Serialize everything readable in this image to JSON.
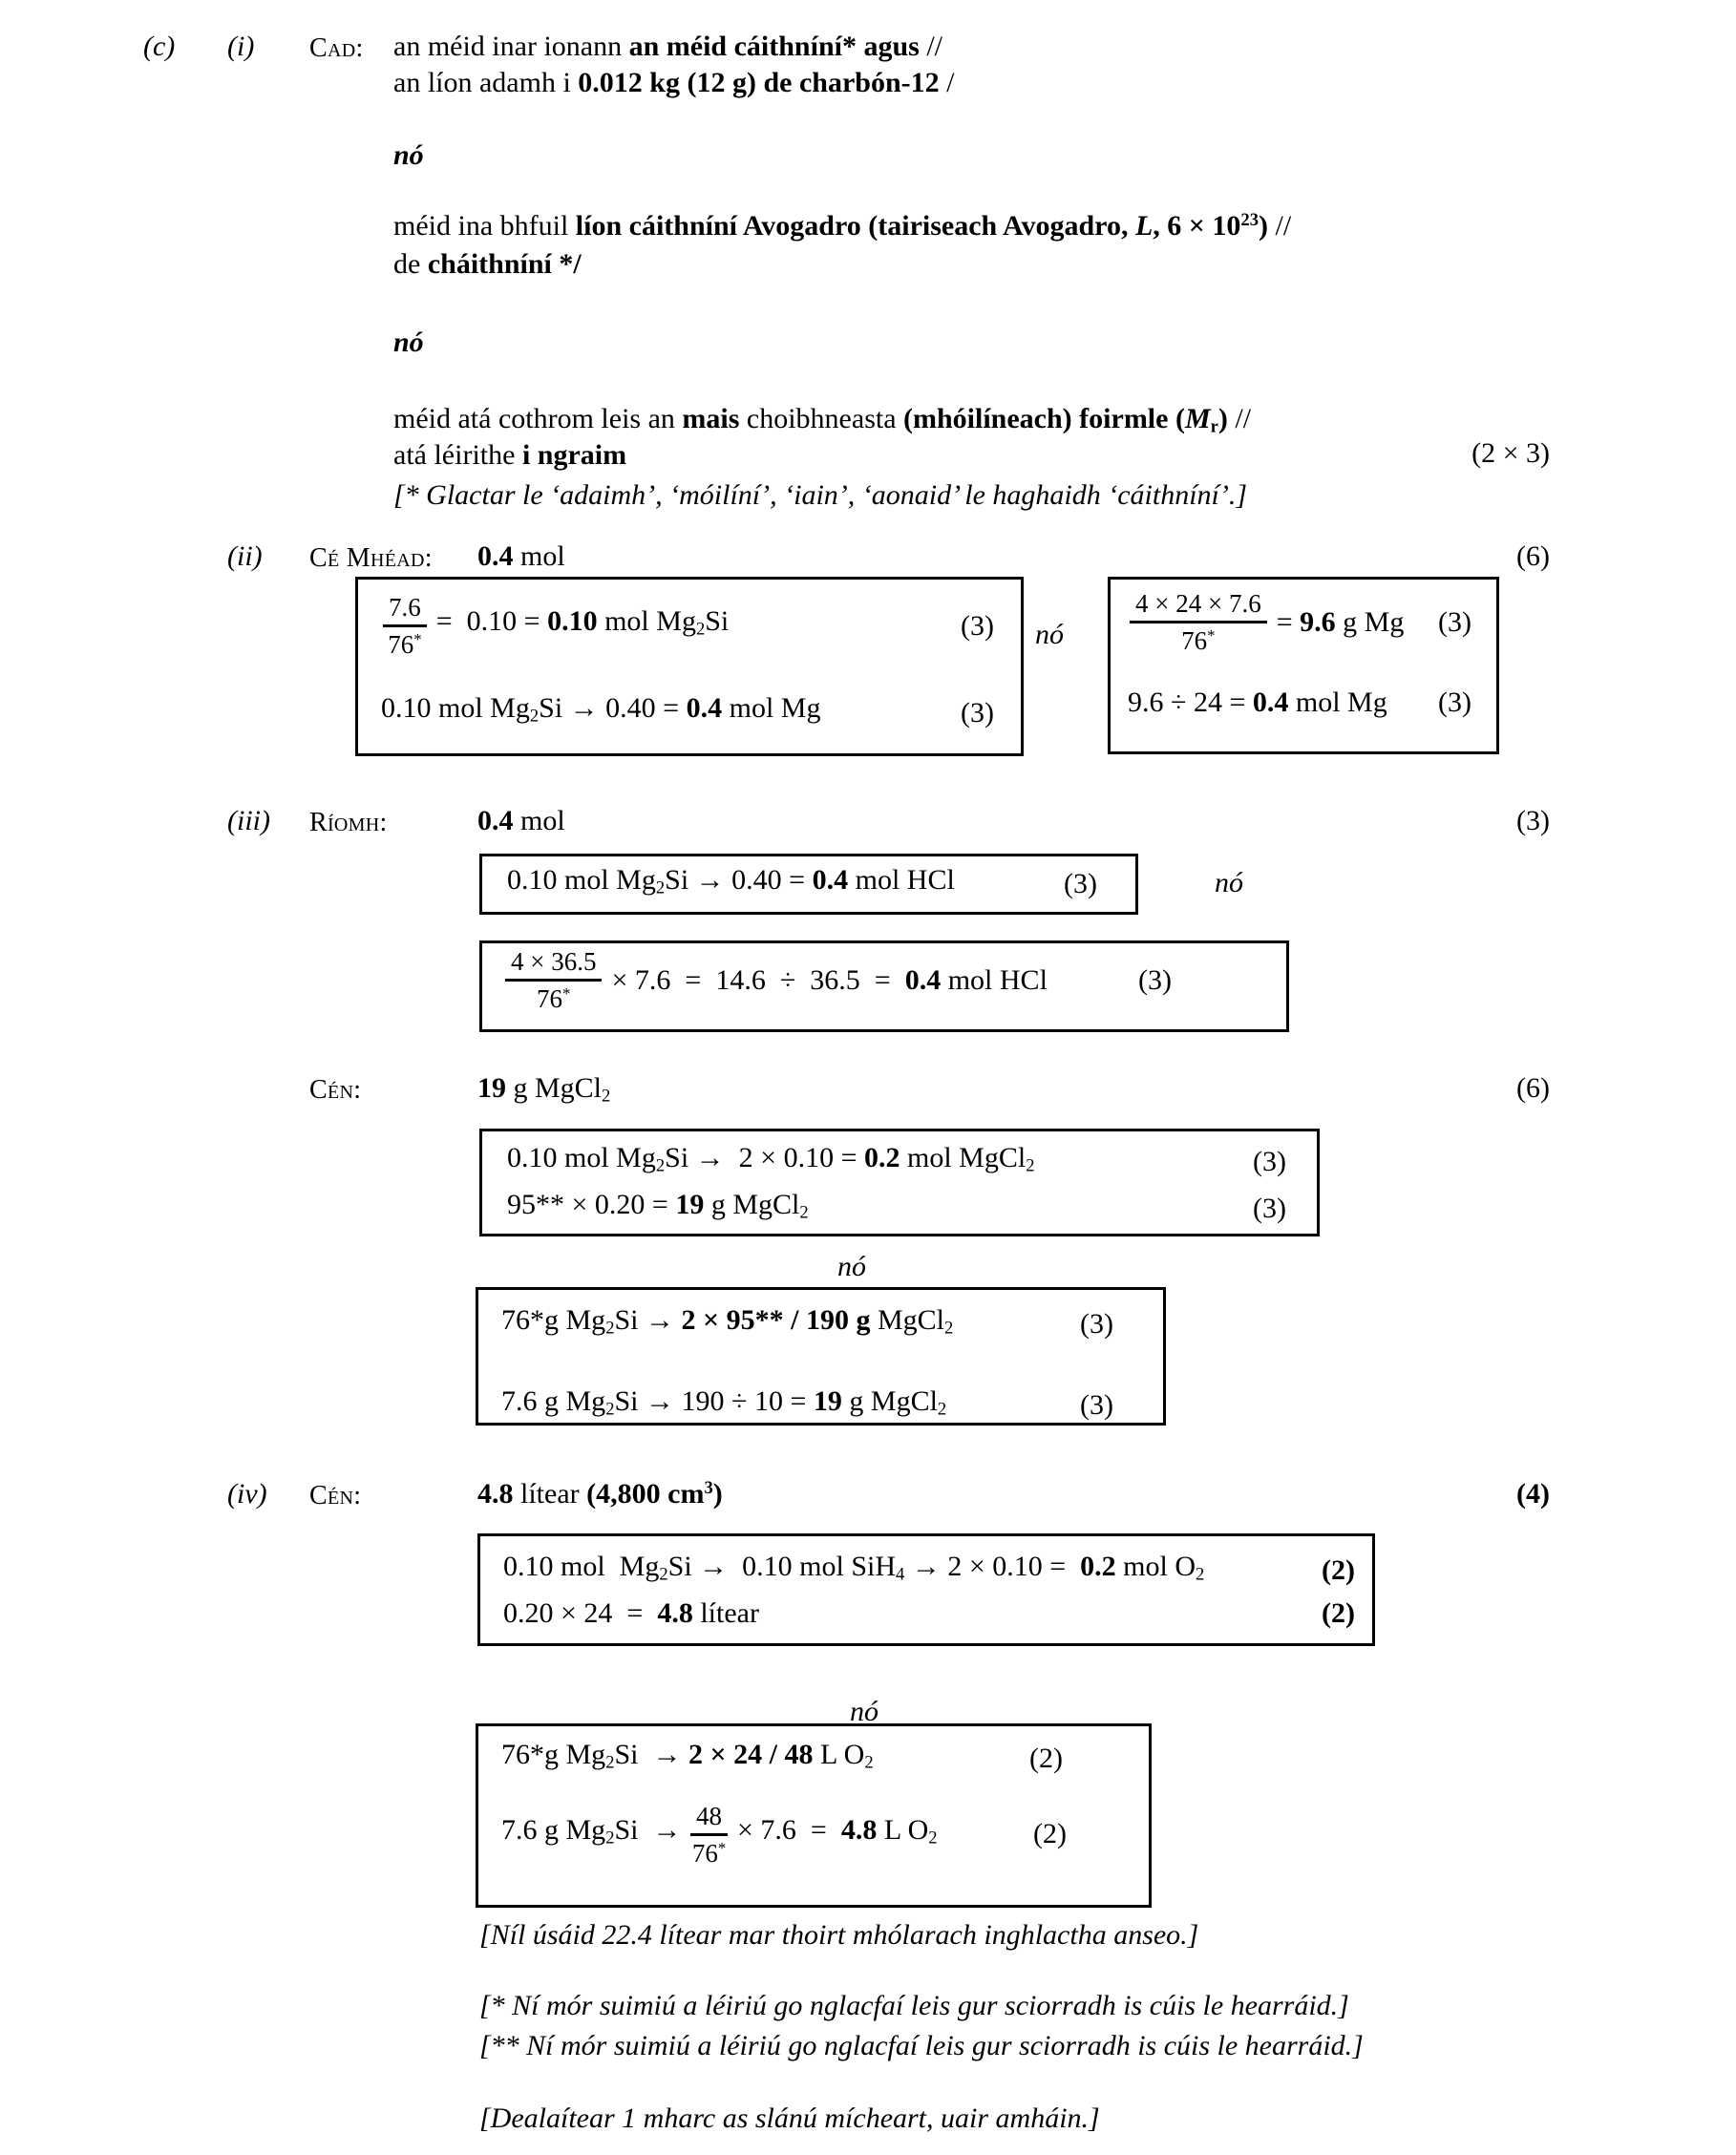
{
  "s1": {
    "part": "(c)",
    "item": "(i)",
    "prompt": "Cad:",
    "l1": [
      {
        "t": "an méid inar ionann "
      },
      {
        "t": "an méid cáithníní* agus",
        "s": "b"
      },
      {
        "t": " //"
      }
    ],
    "l2": [
      {
        "t": "an líon adamh i "
      },
      {
        "t": "0.012 kg (12 g) de charbón-12",
        "s": "b"
      },
      {
        "t": " /"
      }
    ],
    "or1": "nó",
    "l3": [
      {
        "t": "méid ina bhfuil "
      },
      {
        "t": "líon cáithníní Avogadro (tairiseach Avogadro, ",
        "s": "b"
      },
      {
        "t": "L",
        "s": "bi"
      },
      {
        "t": ", 6 × 10",
        "s": "b"
      },
      {
        "t": "23",
        "s": "bsup"
      },
      {
        "t": ")",
        "s": "b"
      },
      {
        "t": " //"
      }
    ],
    "l4": [
      {
        "t": "de "
      },
      {
        "t": "cháithníní */",
        "s": "b"
      }
    ],
    "or2": "nó",
    "l5": [
      {
        "t": "méid atá cothrom leis an "
      },
      {
        "t": "mais",
        "s": "b"
      },
      {
        "t": " choibhneasta "
      },
      {
        "t": "(mhóilíneach) foirmle (",
        "s": "b"
      },
      {
        "t": "M",
        "s": "bi"
      },
      {
        "t": "r",
        "s": "bsub"
      },
      {
        "t": ")",
        "s": "b"
      },
      {
        "t": " //"
      }
    ],
    "l6": [
      {
        "t": "atá léirithe "
      },
      {
        "t": "i ngraim",
        "s": "b"
      }
    ],
    "mark": "(2 × 3)",
    "l7": [
      {
        "t": "[* Glactar le ‘adaimh’, ‘móilíní’, ‘iain’, ‘aonaid’ le haghaidh ‘cáithníní’.]",
        "s": "i"
      }
    ]
  },
  "s2": {
    "item": "(ii)",
    "prompt": "Cé Mhéad:",
    "answer": [
      {
        "t": "0.4",
        "s": "b"
      },
      {
        "t": " mol"
      }
    ],
    "mark": "(6)",
    "or": "nó",
    "boxA": {
      "l1": {
        "frac": {
          "num": "7.6",
          "den": [
            {
              "t": "76"
            },
            {
              "t": "*",
              "s": "sup"
            }
          ]
        },
        "runs": [
          {
            "t": "=  0.10 = "
          },
          {
            "t": "0.10",
            "s": "b"
          },
          {
            "t": " mol Mg"
          },
          {
            "t": "2",
            "s": "sub"
          },
          {
            "t": "Si"
          }
        ],
        "mark": "(3)"
      },
      "l2": {
        "runs": [
          {
            "t": "0.10 mol Mg"
          },
          {
            "t": "2",
            "s": "sub"
          },
          {
            "t": "Si → 0.40 = "
          },
          {
            "t": "0.4",
            "s": "b"
          },
          {
            "t": " mol Mg"
          }
        ],
        "mark": "(3)"
      }
    },
    "boxB": {
      "l1": {
        "frac": {
          "num": "4 × 24 × 7.6",
          "den": [
            {
              "t": "76"
            },
            {
              "t": "*",
              "s": "sup"
            }
          ]
        },
        "runs": [
          {
            "t": "= "
          },
          {
            "t": "9.6",
            "s": "b"
          },
          {
            "t": " g Mg"
          }
        ],
        "mark": "(3)"
      },
      "l2": {
        "runs": [
          {
            "t": "9.6 ÷ 24 = "
          },
          {
            "t": "0.4",
            "s": "b"
          },
          {
            "t": " mol Mg"
          }
        ],
        "mark": "(3)"
      }
    }
  },
  "s3": {
    "item": "(iii)",
    "prompt": "Ríomh:",
    "answer": [
      {
        "t": "0.4",
        "s": "b"
      },
      {
        "t": " mol"
      }
    ],
    "mark": "(3)",
    "or1": "nó",
    "or2": "nó",
    "boxC": {
      "l1": {
        "runs": [
          {
            "t": "0.10 mol Mg"
          },
          {
            "t": "2",
            "s": "sub"
          },
          {
            "t": "Si → 0.40 = "
          },
          {
            "t": "0.4",
            "s": "b"
          },
          {
            "t": " mol HCl"
          }
        ],
        "mark": "(3)"
      }
    },
    "boxD": {
      "l1": {
        "frac": {
          "num": "4 × 36.5",
          "den": [
            {
              "t": "76"
            },
            {
              "t": "*",
              "s": "sup"
            }
          ]
        },
        "runs": [
          {
            "t": "× 7.6  =  14.6  ÷  36.5  =  "
          },
          {
            "t": "0.4",
            "s": "b"
          },
          {
            "t": " mol HCl"
          }
        ],
        "mark": "(3)"
      }
    },
    "prompt2": "Cén:",
    "answer2": [
      {
        "t": "19",
        "s": "b"
      },
      {
        "t": " g MgCl"
      },
      {
        "t": "2",
        "s": "sub"
      }
    ],
    "mark2": "(6)",
    "boxE": {
      "l1": {
        "runs": [
          {
            "t": "0.10 mol Mg"
          },
          {
            "t": "2",
            "s": "sub"
          },
          {
            "t": "Si →  2 × 0.10 = "
          },
          {
            "t": "0.2",
            "s": "b"
          },
          {
            "t": " mol MgCl"
          },
          {
            "t": "2",
            "s": "sub"
          }
        ],
        "mark": "(3)"
      },
      "l2": {
        "runs": [
          {
            "t": "95** × 0.20 = "
          },
          {
            "t": "19",
            "s": "b"
          },
          {
            "t": " g MgCl"
          },
          {
            "t": "2",
            "s": "sub"
          }
        ],
        "mark": "(3)"
      }
    },
    "boxF": {
      "l1": {
        "runs": [
          {
            "t": "76*g Mg"
          },
          {
            "t": "2",
            "s": "sub"
          },
          {
            "t": "Si → "
          },
          {
            "t": "2 × 95** / 190 g",
            "s": "b"
          },
          {
            "t": " MgCl"
          },
          {
            "t": "2",
            "s": "sub"
          }
        ],
        "mark": "(3)"
      },
      "l2": {
        "runs": [
          {
            "t": "7.6 g Mg"
          },
          {
            "t": "2",
            "s": "sub"
          },
          {
            "t": "Si → 190 ÷ 10 = "
          },
          {
            "t": "19",
            "s": "b"
          },
          {
            "t": " g MgCl"
          },
          {
            "t": "2",
            "s": "sub"
          }
        ],
        "mark": "(3)"
      }
    }
  },
  "s4": {
    "item": "(iv)",
    "prompt": "Cén:",
    "answer": [
      {
        "t": "4.8",
        "s": "b"
      },
      {
        "t": " lítear "
      },
      {
        "t": "(4,800 cm",
        "s": "b"
      },
      {
        "t": "3",
        "s": "bsup"
      },
      {
        "t": ")",
        "s": "b"
      }
    ],
    "mark": "(4)",
    "or": "nó",
    "boxG": {
      "l1": {
        "runs": [
          {
            "t": "0.10 mol  Mg"
          },
          {
            "t": "2",
            "s": "sub"
          },
          {
            "t": "Si →  0.10 mol SiH"
          },
          {
            "t": "4",
            "s": "sub"
          },
          {
            "t": " → 2 × 0.10 =  "
          },
          {
            "t": "0.2",
            "s": "b"
          },
          {
            "t": " mol O"
          },
          {
            "t": "2",
            "s": "sub"
          }
        ],
        "mark": "(2)"
      },
      "l2": {
        "runs": [
          {
            "t": "0.20 × 24  =  "
          },
          {
            "t": "4.8",
            "s": "b"
          },
          {
            "t": " lítear"
          }
        ],
        "mark": "(2)"
      }
    },
    "boxH": {
      "l1": {
        "runs": [
          {
            "t": "76*g Mg"
          },
          {
            "t": "2",
            "s": "sub"
          },
          {
            "t": "Si  → "
          },
          {
            "t": "2 × 24 / 48",
            "s": "b"
          },
          {
            "t": " L O"
          },
          {
            "t": "2",
            "s": "sub"
          }
        ],
        "mark": "(2)"
      },
      "l2": {
        "runs1": [
          {
            "t": "7.6 g Mg"
          },
          {
            "t": "2",
            "s": "sub"
          },
          {
            "t": "Si  → "
          }
        ],
        "frac": {
          "num": "48",
          "den": [
            {
              "t": "76"
            },
            {
              "t": "*",
              "s": "sup"
            }
          ]
        },
        "runs2": [
          {
            "t": "× 7.6  =  "
          },
          {
            "t": "4.8",
            "s": "b"
          },
          {
            "t": " L O"
          },
          {
            "t": "2",
            "s": "sub"
          }
        ],
        "mark": "(2)"
      }
    }
  },
  "notes": {
    "n1": [
      {
        "t": "[Níl úsáid 22.4 lítear mar thoirt mhólarach inghlactha anseo.]",
        "s": "i"
      }
    ],
    "n2": [
      {
        "t": "[* Ní mór suimiú a léiriú go nglacfaí leis gur sciorradh is cúis le hearráid.]",
        "s": "i"
      }
    ],
    "n3": [
      {
        "t": "[** Ní mór suimiú a léiriú go nglacfaí leis gur sciorradh is cúis le hearráid.]",
        "s": "i"
      }
    ],
    "n4": [
      {
        "t": "[Dealaítear 1 mharc as slánú mícheart, uair amháin.]",
        "s": "i"
      }
    ]
  }
}
